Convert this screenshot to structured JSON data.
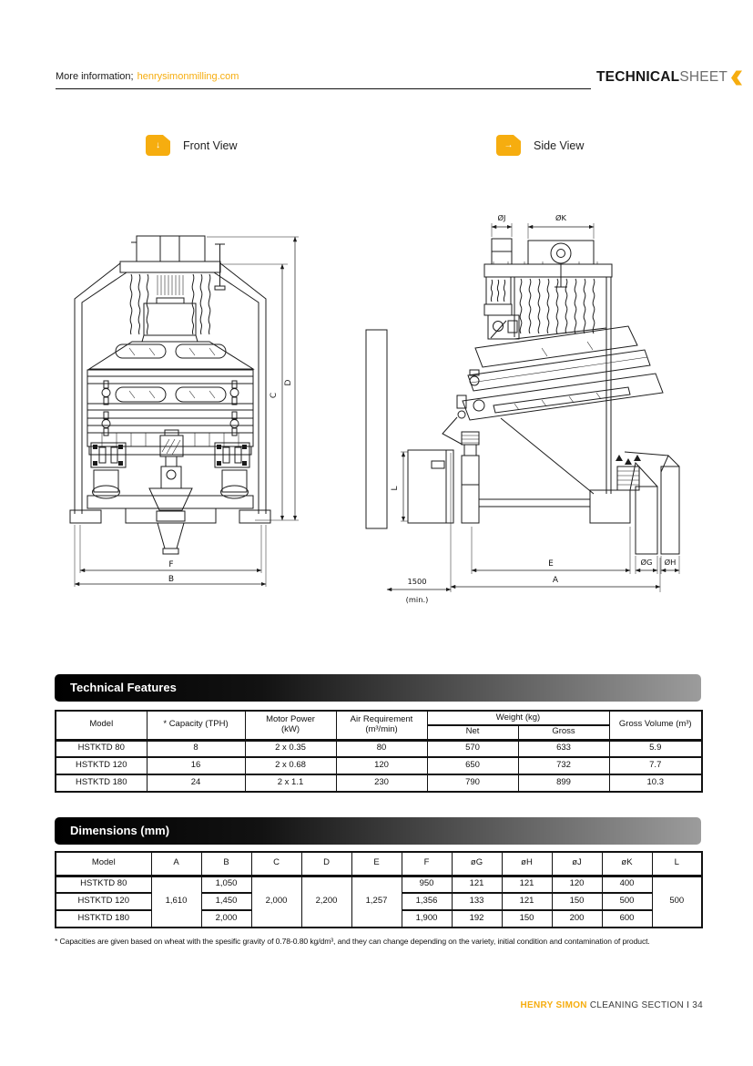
{
  "header": {
    "more_info": "More information;",
    "website": "henrysimonmilling.com",
    "brand_primary": "TECHNICAL",
    "brand_secondary": "SHEET"
  },
  "views": {
    "front": "Front View",
    "side": "Side View"
  },
  "drawings": {
    "front": {
      "dim_c": "C",
      "dim_d": "D",
      "dim_f": "F",
      "dim_b": "B"
    },
    "side": {
      "dim_oj": "ØJ",
      "dim_ok": "ØK",
      "dim_l": "L",
      "dim_e": "E",
      "dim_a": "A",
      "dim_og": "ØG",
      "dim_oh": "ØH",
      "clearance_value": "1500",
      "clearance_note": "(min.)"
    }
  },
  "technical_features": {
    "title": "Technical Features",
    "headers": {
      "model": "Model",
      "capacity": "* Capacity (TPH)",
      "motor_line1": "Motor Power",
      "motor_line2": "(kW)",
      "air_line1": "Air Requirement",
      "air_line2": "(m³/min)",
      "weight": "Weight (kg)",
      "weight_net": "Net",
      "weight_gross": "Gross",
      "gross_volume": "Gross Volume (m³)"
    },
    "rows": [
      {
        "model": "HSTKTD 80",
        "capacity": "8",
        "motor_power": "2 x 0.35",
        "air": "80",
        "net": "570",
        "gross": "633",
        "volume": "5.9"
      },
      {
        "model": "HSTKTD 120",
        "capacity": "16",
        "motor_power": "2 x 0.68",
        "air": "120",
        "net": "650",
        "gross": "732",
        "volume": "7.7"
      },
      {
        "model": "HSTKTD 180",
        "capacity": "24",
        "motor_power": "2 x 1.1",
        "air": "230",
        "net": "790",
        "gross": "899",
        "volume": "10.3"
      }
    ]
  },
  "dimensions": {
    "title": "Dimensions (mm)",
    "headers": [
      "Model",
      "A",
      "B",
      "C",
      "D",
      "E",
      "F",
      "øG",
      "øH",
      "øJ",
      "øK",
      "L"
    ],
    "shared": {
      "A": "1,610",
      "C": "2,000",
      "D": "2,200",
      "E": "1,257",
      "L": "500"
    },
    "rows": [
      {
        "model": "HSTKTD 80",
        "B": "1,050",
        "F": "950",
        "oG": "121",
        "oH": "121",
        "oJ": "120",
        "oK": "400"
      },
      {
        "model": "HSTKTD 120",
        "B": "1,450",
        "F": "1,356",
        "oG": "133",
        "oH": "121",
        "oJ": "150",
        "oK": "500"
      },
      {
        "model": "HSTKTD 180",
        "B": "2,000",
        "F": "1,900",
        "oG": "192",
        "oH": "150",
        "oJ": "200",
        "oK": "600"
      }
    ]
  },
  "footnote": "* Capacities are given based on wheat with the spesific gravity of 0.78-0.80 kg/dm³, and they can change depending on the variety, initial condition and contamination of product.",
  "footer": {
    "brand": "HENRY SIMON",
    "text": "CLEANING SECTION I 34"
  },
  "colors": {
    "accent": "#F6AD0F",
    "bar_gradient_start": "#000000",
    "bar_gradient_end": "#9c9c9c"
  }
}
